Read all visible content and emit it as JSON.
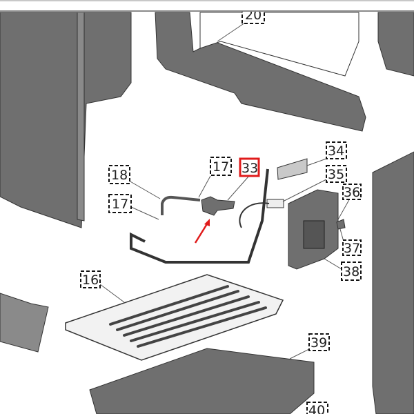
{
  "diagram": {
    "callouts": [
      {
        "id": "c20",
        "text": "20"
      },
      {
        "id": "c18",
        "text": "18"
      },
      {
        "id": "c17a",
        "text": "17"
      },
      {
        "id": "c17b",
        "text": "17"
      },
      {
        "id": "c33",
        "text": "33",
        "highlighted": true
      },
      {
        "id": "c34",
        "text": "34"
      },
      {
        "id": "c35",
        "text": "35"
      },
      {
        "id": "c36",
        "text": "36"
      },
      {
        "id": "c37",
        "text": "37"
      },
      {
        "id": "c38",
        "text": "38"
      },
      {
        "id": "c16",
        "text": "16"
      },
      {
        "id": "c39",
        "text": "39"
      },
      {
        "id": "c40",
        "text": "40"
      }
    ],
    "highlight_color": "#e01b1b"
  }
}
